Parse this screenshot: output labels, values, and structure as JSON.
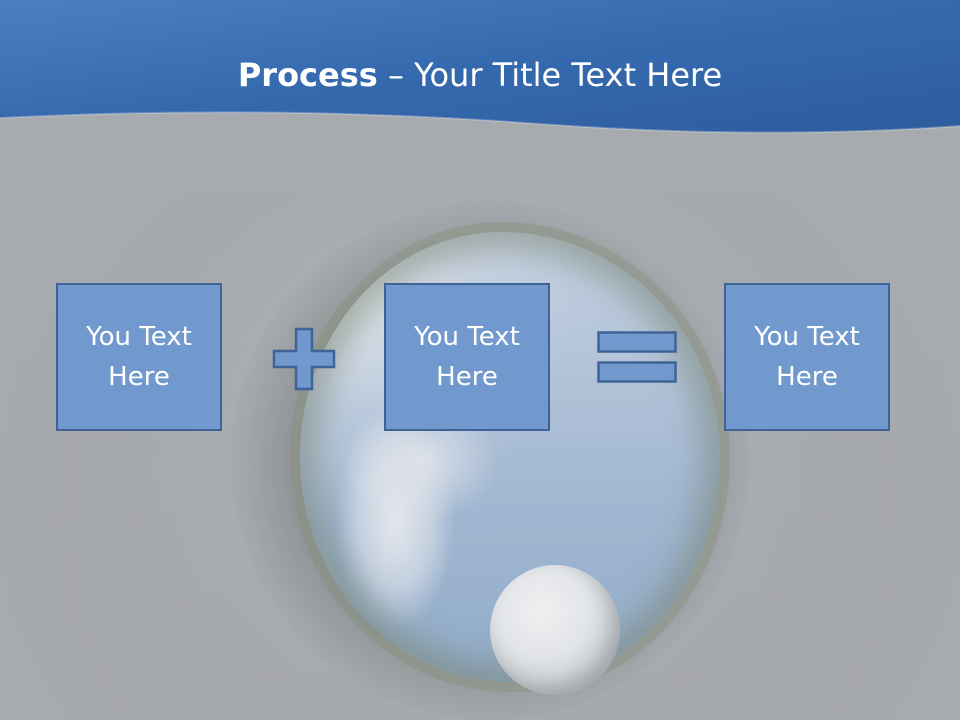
{
  "slide": {
    "title_strong": "Process",
    "title_rest": " – Your Title Text Here",
    "boxes": [
      {
        "text": "You Text Here"
      },
      {
        "text": "You Text Here"
      },
      {
        "text": "You Text Here"
      }
    ],
    "operators": [
      "plus-sign-icon",
      "equals-sign-icon"
    ],
    "colors": {
      "header_blue": "#3d71b5",
      "box_fill": "#7199cd",
      "box_border": "#3f6397",
      "background_grey": "#a9adb3",
      "text_white": "#ffffff"
    }
  }
}
